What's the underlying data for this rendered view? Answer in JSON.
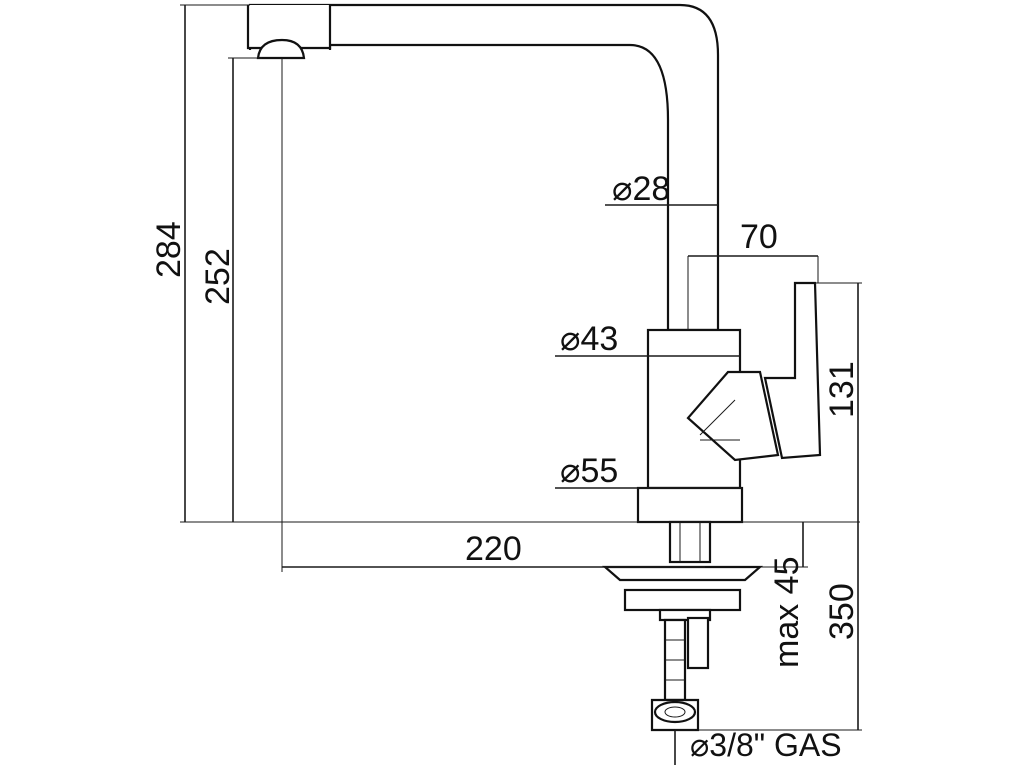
{
  "diagram": {
    "dimensions": {
      "spout_diameter": "⌀28",
      "handle_length": "70",
      "body_diameter": "⌀43",
      "handle_height": "131",
      "base_diameter": "⌀55",
      "total_height": "284",
      "spout_height": "252",
      "spout_reach": "220",
      "max_deck": "max 45",
      "hose_length": "350",
      "connection": "⌀3/8\" GAS"
    }
  }
}
